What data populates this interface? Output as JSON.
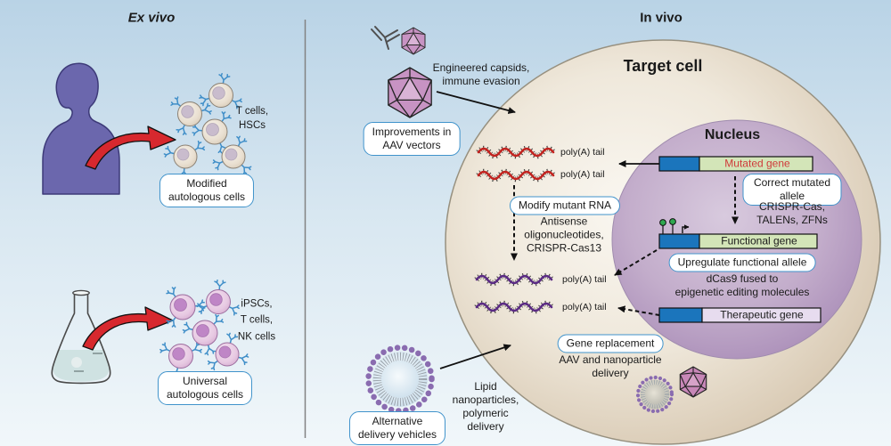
{
  "figure": {
    "ex_vivo": {
      "title": "Ex vivo",
      "cells_top_label": "T cells,\nHSCs",
      "modified_box": "Modified\nautologous cells",
      "cells_bottom_label": "iPSCs,\nT cells,\nNK cells",
      "universal_box": "Universal\nautologous cells"
    },
    "in_vivo": {
      "title": "In vivo",
      "target_cell_label": "Target cell",
      "nucleus_label": "Nucleus",
      "engineered_capsids": "Engineered capsids,\nimmune evasion",
      "improvements_box": "Improvements in\nAAV vectors",
      "poly_a_tail": "poly(A) tail",
      "modify_mutant_rna_box": "Modify mutant RNA",
      "antisense": "Antisense\noligonucleotides,\nCRISPR-Cas13",
      "mutated_gene": "Mutated gene",
      "correct_mutated_allele_box": "Correct mutated allele",
      "crispr_tools": "CRISPR-Cas,\nTALENs, ZFNs",
      "functional_gene": "Functional gene",
      "upregulate_box": "Upregulate functional allele",
      "dcas9": "dCas9 fused to\nepigenetic editing molecules",
      "therapeutic_gene": "Therapeutic gene",
      "gene_replacement_box": "Gene replacement",
      "aav_nanoparticle_delivery": "AAV and nanoparticle\ndelivery",
      "lipid_nanoparticles": "Lipid\nnanoparticles,\npolymeric\ndelivery",
      "alternative_box": "Alternative\ndelivery vehicles"
    }
  },
  "icons": [
    "human-silhouette-icon",
    "flask-icon",
    "red-transfer-arrow-icon",
    "cell-with-receptors-icon",
    "antibody-icon",
    "aav-capsid-icon",
    "lipid-nanoparticle-icon",
    "rna-strand-icon",
    "gene-construct-icon",
    "epigenetic-mark-icon",
    "transcription-start-icon"
  ],
  "colors": {
    "promoter_blue": "#1b75bc",
    "gene_green": "#d3e5b8",
    "gene_lavender": "#e7dcef",
    "mutated_text_red": "#cf3a3a",
    "rna_mutant_red": "#c22420",
    "rna_therapeutic_purple": "#5b2b84",
    "label_box_border_blue": "#4093cb",
    "capsid_purple": "#c793c3",
    "capsid_inner_purple": "#d9b3d6",
    "nanoparticle_bead_purple": "#8a6cb0",
    "silhouette_purple": "#6b67ad",
    "arrow_red": "#d7282e",
    "cell_beige": "#e2d6c4",
    "nucleus_mauve": "#b79fc2",
    "epigenetic_mark_green": "#2fa84f",
    "receptor_blue": "#3f8ec8"
  }
}
